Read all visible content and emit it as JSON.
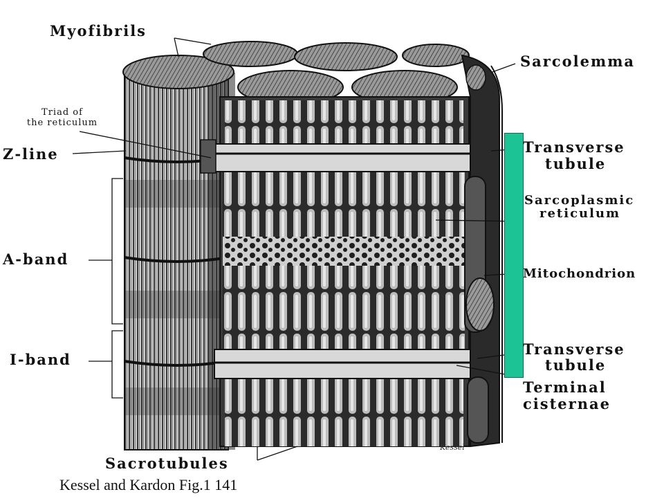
{
  "figure": {
    "caption": "Kessel and Kardon Fig.1 141",
    "signature": "Kessel"
  },
  "labels": {
    "myofibrils": "Myofibrils",
    "sarcolemma": "Sarcolemma",
    "triad_line1": "Triad of",
    "triad_line2": "the reticulum",
    "z_line": "Z-line",
    "transverse_tubule_top_1": "Transverse",
    "transverse_tubule_top_2": "tubule",
    "sarcoplasmic_1": "Sarcoplasmic",
    "sarcoplasmic_2": "reticulum",
    "a_band": "A-band",
    "mitochondrion": "Mitochondrion",
    "i_band": "I-band",
    "transverse_tubule_bottom_1": "Transverse",
    "transverse_tubule_bottom_2": "tubule",
    "terminal_1": "Terminal",
    "terminal_2": "cisternae",
    "sacrotubules": "Sacrotubules"
  },
  "colors": {
    "highlight_bar": "#1cc495",
    "ink": "#111111"
  }
}
